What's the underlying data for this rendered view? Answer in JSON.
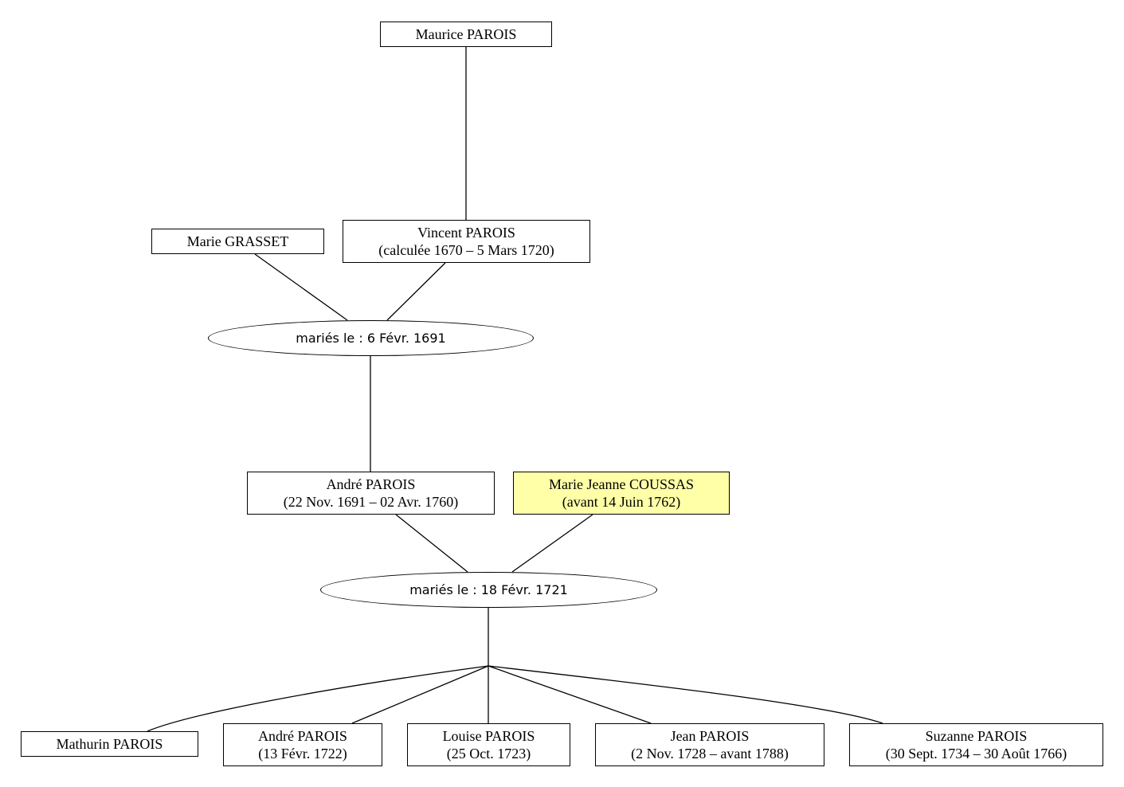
{
  "persons": {
    "maurice": {
      "name": "Maurice PAROIS"
    },
    "marie_grasset": {
      "name": "Marie GRASSET"
    },
    "vincent": {
      "name": "Vincent PAROIS",
      "dates": "(calculée 1670 – 5 Mars 1720)"
    },
    "andre": {
      "name": "André PAROIS",
      "dates": "(22 Nov. 1691 – 02 Avr. 1760)"
    },
    "marie_jeanne": {
      "name": "Marie Jeanne COUSSAS",
      "dates": "(avant 14 Juin 1762)",
      "highlight": "#ffffa8"
    },
    "mathurin": {
      "name": "Mathurin PAROIS"
    },
    "andre_jr": {
      "name": "André PAROIS",
      "dates": "(13 Févr. 1722)"
    },
    "louise": {
      "name": "Louise PAROIS",
      "dates": "(25 Oct. 1723)"
    },
    "jean": {
      "name": "Jean PAROIS",
      "dates": "(2 Nov. 1728 – avant 1788)"
    },
    "suzanne": {
      "name": "Suzanne PAROIS",
      "dates": "(30 Sept. 1734 – 30 Août 1766)"
    }
  },
  "marriages": {
    "m1": {
      "label": "mariés le : 6 Févr. 1691"
    },
    "m2": {
      "label": "mariés le : 18 Févr. 1721"
    }
  },
  "colors": {
    "line": "#000000",
    "box_bg": "#ffffff",
    "highlight": "#ffffa8"
  }
}
